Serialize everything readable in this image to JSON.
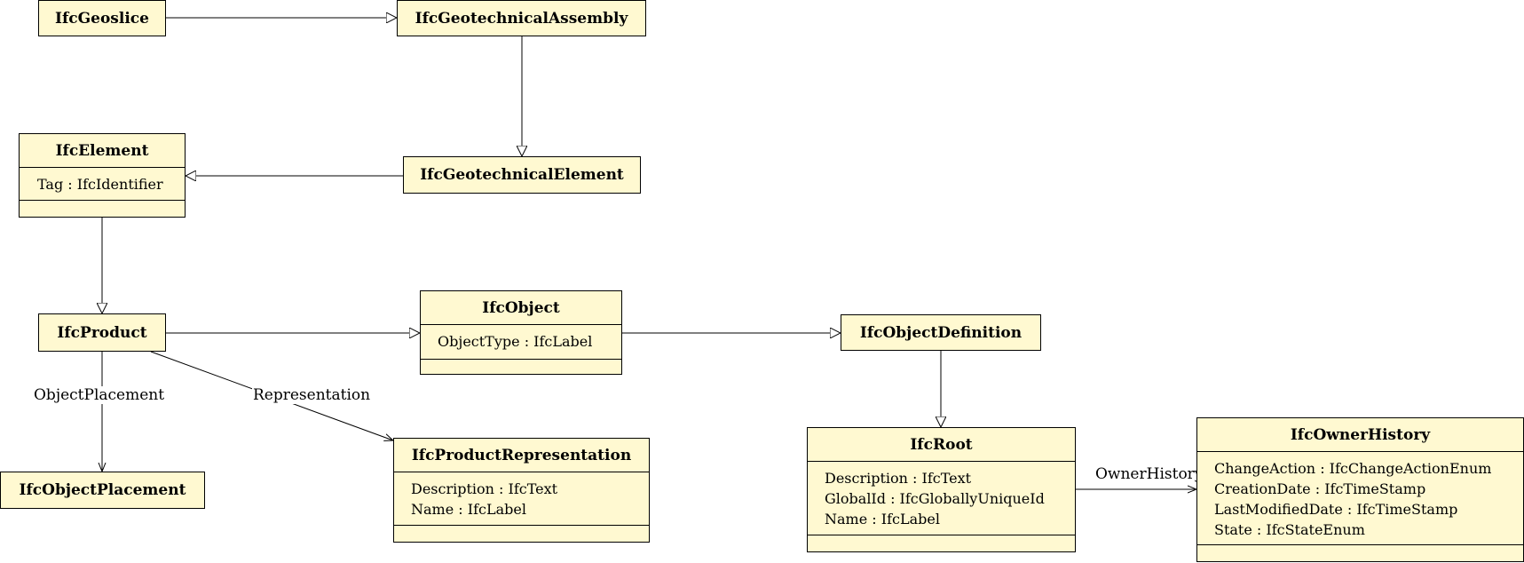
{
  "classes": {
    "geoslice": {
      "name": "IfcGeoslice"
    },
    "geotechnical_assembly": {
      "name": "IfcGeotechnicalAssembly"
    },
    "element": {
      "name": "IfcElement",
      "attributes": [
        "Tag : IfcIdentifier"
      ]
    },
    "geotechnical_element": {
      "name": "IfcGeotechnicalElement"
    },
    "product": {
      "name": "IfcProduct"
    },
    "object": {
      "name": "IfcObject",
      "attributes": [
        "ObjectType : IfcLabel"
      ]
    },
    "object_definition": {
      "name": "IfcObjectDefinition"
    },
    "object_placement": {
      "name": "IfcObjectPlacement"
    },
    "product_representation": {
      "name": "IfcProductRepresentation",
      "attributes": [
        "Description : IfcText",
        "Name : IfcLabel"
      ]
    },
    "root": {
      "name": "IfcRoot",
      "attributes": [
        "Description : IfcText",
        "GlobalId : IfcGloballyUniqueId",
        "Name : IfcLabel"
      ]
    },
    "owner_history": {
      "name": "IfcOwnerHistory",
      "attributes": [
        "ChangeAction : IfcChangeActionEnum",
        "CreationDate : IfcTimeStamp",
        "LastModifiedDate : IfcTimeStamp",
        "State : IfcStateEnum"
      ]
    }
  },
  "relations": {
    "object_placement_label": "ObjectPlacement",
    "representation_label": "Representation",
    "owner_history_label": "OwnerHistory"
  }
}
